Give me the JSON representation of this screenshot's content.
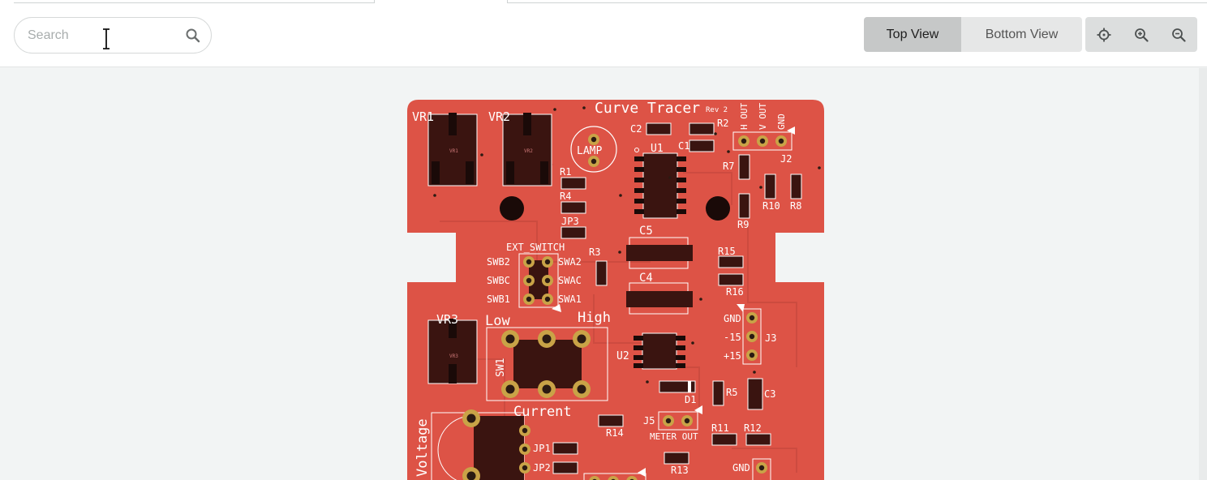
{
  "search": {
    "placeholder": "Search",
    "value": ""
  },
  "view_toggle": {
    "top_label": "Top View",
    "bottom_label": "Bottom View",
    "selected": "Top View"
  },
  "zoom_controls": {
    "center_icon": "crosshair-icon",
    "zoom_in_icon": "zoom-in-icon",
    "zoom_out_icon": "zoom-out-icon"
  },
  "colors": {
    "board": "#dd5346",
    "silkscreen": "#ffffff",
    "pad": "#c9a347",
    "component": "#3a1410",
    "selected_button": "#c6c8c8"
  },
  "pcb": {
    "title": "Curve Tracer",
    "rev": "Rev 2",
    "labels": {
      "vr1": "VR1",
      "vr2": "VR2",
      "vr3": "VR3",
      "lamp": "LAMP",
      "c2": "C2",
      "r2": "R2",
      "c1": "C1",
      "u1": "U1",
      "j2": "J2",
      "h_out": "H OUT",
      "v_out": "V OUT",
      "gnd_top": "GND",
      "r7": "R7",
      "r10": "R10",
      "r8": "R8",
      "r9": "R9",
      "r1": "R1",
      "r4": "R4",
      "jp3": "JP3",
      "ext_switch": "EXT_SWITCH",
      "swb2": "SWB2",
      "swa2": "SWA2",
      "swbc": "SWBC",
      "swac": "SWAC",
      "swb1": "SWB1",
      "swa1": "SWA1",
      "r3": "R3",
      "c5": "C5",
      "c4": "C4",
      "r15": "R15",
      "r16": "R16",
      "low": "Low",
      "high": "High",
      "sw1": "SW1",
      "current": "Current",
      "u2": "U2",
      "j3": "J3",
      "gnd_j3": "GND",
      "minus15": "-15",
      "plus15": "+15",
      "d1": "D1",
      "r5": "R5",
      "c3": "C3",
      "r14": "R14",
      "j5": "J5",
      "meter_out": "METER OUT",
      "r11": "R11",
      "r12": "R12",
      "r13": "R13",
      "jp1": "JP1",
      "jp2": "JP2",
      "voltage": "Voltage",
      "gnd_bottom": "GND"
    }
  }
}
